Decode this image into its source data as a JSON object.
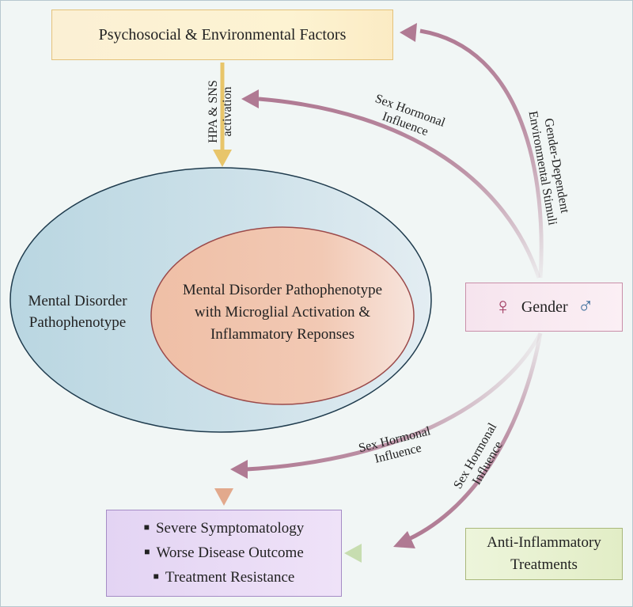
{
  "nodes": {
    "psychosocial": "Psychosocial & Environmental Factors",
    "gender": "Gender",
    "gender_female_symbol": "♀",
    "gender_male_symbol": "♂",
    "outer_ellipse": [
      "Mental Disorder",
      "Pathophenotype"
    ],
    "inner_ellipse": [
      "Mental Disorder Pathophenotype",
      "with Microglial Activation &",
      "Inflammatory Reponses"
    ],
    "outcomes": [
      "Severe Symptomatology",
      "Worse Disease Outcome",
      "Treatment Resistance"
    ],
    "anti_inflammatory": [
      "Anti-Inflammatory",
      "Treatments"
    ]
  },
  "edge_labels": {
    "hpa": [
      "HPA & SNS",
      "activation"
    ],
    "sex_hormonal_top": [
      "Sex Hormonal",
      "Influence"
    ],
    "gender_dependent": [
      "Gender-Dependent",
      "Environmental Stimuli"
    ],
    "sex_hormonal_mid": [
      "Sex Hormonal",
      "Influence"
    ],
    "sex_hormonal_low": [
      "Sex Hormonal",
      "Influence"
    ]
  },
  "colors": {
    "gender_arrow": "#b07a93",
    "hpa_arrow": "#e8c56a",
    "inner_down_arrow": "#e2a98c",
    "anti_arrow": "#c7ddb0",
    "outer_ellipse_fill": "#cfe2e9",
    "inner_ellipse_fill": "#f0c6b0",
    "female_symbol": "#a23d63",
    "male_symbol": "#3f6f9c"
  }
}
